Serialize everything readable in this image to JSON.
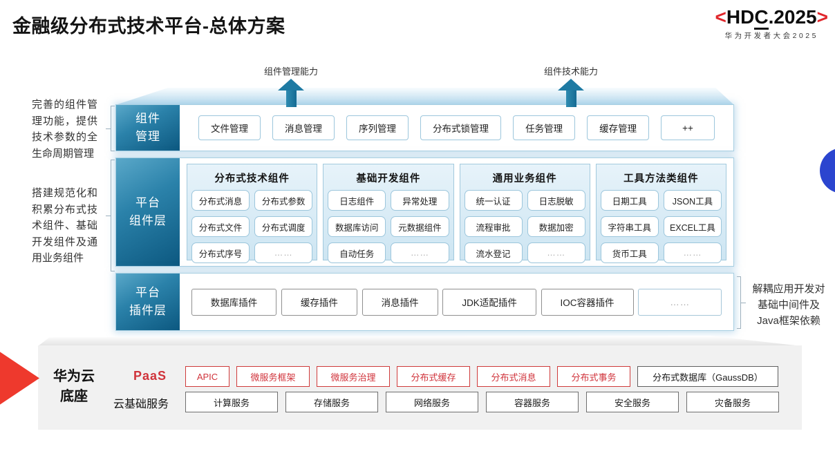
{
  "slide": {
    "title": "金融级分布式技术平台-总体方案",
    "logo": {
      "open": "<",
      "hd": "HD",
      "c": "C",
      "year": ".2025",
      "close": ">",
      "subtitle": "华为开发者大会2025"
    },
    "capability_arrows": {
      "left": "组件管理能力",
      "right": "组件技术能力"
    },
    "left_notes": {
      "note1": "完善的组件管理功能，提供技术参数的全生命周期管理",
      "note2": "搭建规范化和积累分布式技术组件、基础开发组件及通用业务组件"
    },
    "right_note": "解耦应用开发对基础中间件及Java框架依赖",
    "layers": {
      "mgmt": {
        "label1": "组件",
        "label2": "管理",
        "items": [
          "文件管理",
          "消息管理",
          "序列管理",
          "分布式锁管理",
          "任务管理",
          "缓存管理",
          "++"
        ]
      },
      "components": {
        "label1": "平台",
        "label2": "组件层",
        "groups": [
          {
            "title": "分布式技术组件",
            "items": [
              "分布式消息",
              "分布式参数",
              "分布式文件",
              "分布式调度",
              "分布式序号",
              "……"
            ]
          },
          {
            "title": "基础开发组件",
            "items": [
              "日志组件",
              "异常处理",
              "数据库访问",
              "元数据组件",
              "自动任务",
              "……"
            ]
          },
          {
            "title": "通用业务组件",
            "items": [
              "统一认证",
              "日志脱敏",
              "流程审批",
              "数据加密",
              "流水登记",
              "……"
            ]
          },
          {
            "title": "工具方法类组件",
            "items": [
              "日期工具",
              "JSON工具",
              "字符串工具",
              "EXCEL工具",
              "货币工具",
              "……"
            ]
          }
        ]
      },
      "plugins": {
        "label1": "平台",
        "label2": "插件层",
        "items": [
          "数据库插件",
          "缓存插件",
          "消息插件",
          "JDK适配插件",
          "IOC容器插件",
          "……"
        ]
      }
    },
    "cloud": {
      "label1": "华为云",
      "label2": "底座",
      "paas_label": "PaaS",
      "paas_items": [
        "APIC",
        "微服务框架",
        "微服务治理",
        "分布式缓存",
        "分布式消息",
        "分布式事务"
      ],
      "paas_db": "分布式数据库（GaussDB）",
      "iaas_label": "云基础服务",
      "iaas_items": [
        "计算服务",
        "存储服务",
        "网络服务",
        "容器服务",
        "安全服务",
        "灾备服务"
      ]
    },
    "colors": {
      "red": "#ee392d",
      "teal": "#1e7aa3",
      "circle_blue": "#2b45cf"
    }
  }
}
